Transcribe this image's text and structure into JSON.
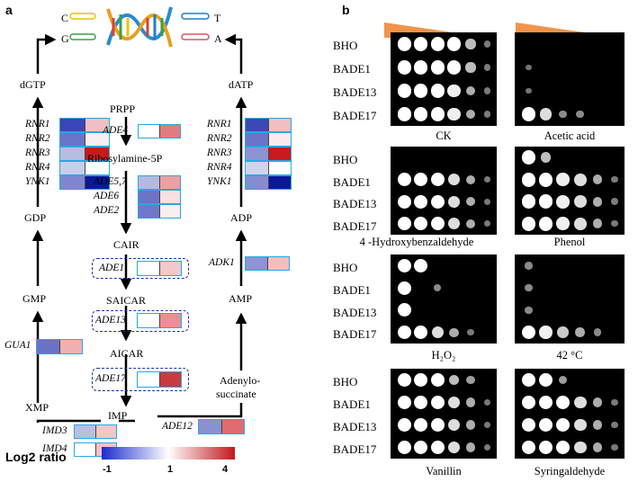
{
  "panel_a": {
    "letter": "a",
    "bases": [
      "C",
      "G",
      "T",
      "A"
    ],
    "metabolites": {
      "prpp": "PRPP",
      "ribosylamine": "Ribosylamine-5P",
      "cair": "CAIR",
      "saicar": "SAICAR",
      "aicar": "AICAR",
      "imp": "IMP",
      "xmp": "XMP",
      "gmp": "GMP",
      "gdp": "GDP",
      "dgtp": "dGTP",
      "datp": "dATP",
      "adp": "ADP",
      "amp": "AMP",
      "adenylosuccinate_line1": "Adenylo-",
      "adenylosuccinate_line2": "succinate"
    },
    "genes": {
      "left_rnr": [
        "RNR1",
        "RNR2",
        "RNR3",
        "RNR4",
        "YNK1"
      ],
      "right_rnr": [
        "RNR1",
        "RNR2",
        "RNR3",
        "RNR4",
        "YNK1"
      ],
      "ade4": "ADE4",
      "ade_group": [
        "ADE5,7",
        "ADE6",
        "ADE2"
      ],
      "ade1": "ADE1",
      "ade13": "ADE13",
      "ade17": "ADE17",
      "gua1": "GUA1",
      "imd3": "IMD3",
      "imd4": "IMD4",
      "ade12": "ADE12",
      "adk1": "ADK1"
    },
    "heatmap_colors": {
      "left_rnr": [
        [
          "#3a46b5",
          "#f0c0c4"
        ],
        [
          "#6a74c8",
          "#fbeef0"
        ],
        [
          "#b6bde3",
          "#c61a1f"
        ],
        [
          "#c9cde9",
          "#ffffff"
        ],
        [
          "#7f87cf",
          "#0a1899"
        ]
      ],
      "right_rnr": [
        [
          "#3c48b5",
          "#f1bfc2"
        ],
        [
          "#6a74c8",
          "#faeaec"
        ],
        [
          "#8c93d2",
          "#c61a1f"
        ],
        [
          "#cfd3ec",
          "#ffffff"
        ],
        [
          "#858cd0",
          "#0a1899"
        ]
      ],
      "ade4": [
        "#ffffff",
        "#e07c80"
      ],
      "ade_group": [
        [
          "#b3b9e1",
          "#ef9ea2"
        ],
        [
          "#6b74c6",
          "#f8dfe1"
        ],
        [
          "#6f78c8",
          "#fbeef0"
        ]
      ],
      "ade1": [
        "#ffffff",
        "#f3c9cc"
      ],
      "ade13": [
        "#ffffff",
        "#e89096"
      ],
      "ade17": [
        "#ffffff",
        "#c93a40"
      ],
      "gua1": [
        "#6a72c7",
        "#f0b1b4"
      ],
      "imd3": [
        "#b9bee2",
        "#f4c5c8"
      ],
      "imd4": [
        "#ffffff",
        "#f4c3c6"
      ],
      "ade12": [
        "#8a91d1",
        "#e06c72"
      ],
      "adk1": [
        "#8d94d2",
        "#f2bdc0"
      ]
    },
    "legend": {
      "title": "Log2 ratio",
      "ticks": [
        "-1",
        "1",
        "4"
      ],
      "colors": [
        "#1a2bd0",
        "#ffffff",
        "#c4161c"
      ]
    }
  },
  "panel_b": {
    "letter": "b",
    "strains": [
      "BHO",
      "BADE1",
      "BADE13",
      "BADE17"
    ],
    "gradient_color": "#f0944a",
    "conditions": [
      "CK",
      "Acetic acid",
      "4 -Hydroxybenzaldehyde",
      "Phenol",
      "H₂O₂",
      "42 °C",
      "Vanillin",
      "Syringaldehyde"
    ],
    "growth": {
      "CK": [
        [
          1,
          1,
          1,
          1,
          0.6,
          0.2
        ],
        [
          1,
          1,
          1,
          1,
          0.6,
          0.2
        ],
        [
          1,
          1,
          1,
          0.9,
          0.5,
          0.2
        ],
        [
          1,
          1,
          1,
          0.9,
          0.5,
          0.2
        ]
      ],
      "Acetic acid": [
        [
          0,
          0,
          0,
          0,
          0,
          0
        ],
        [
          0.15,
          0,
          0,
          0,
          0,
          0
        ],
        [
          0.15,
          0,
          0,
          0,
          0,
          0
        ],
        [
          1,
          0.8,
          0.3,
          0.3,
          0,
          0
        ]
      ],
      "4 -Hydroxybenzaldehyde": [
        [
          0,
          0,
          0,
          0,
          0,
          0
        ],
        [
          1,
          1,
          1,
          0.8,
          0.5,
          0.2
        ],
        [
          1,
          1,
          1,
          0.8,
          0.5,
          0.2
        ],
        [
          1,
          1,
          1,
          0.8,
          0.5,
          0.2
        ]
      ],
      "Phenol": [
        [
          1,
          0.6,
          0,
          0,
          0,
          0
        ],
        [
          1,
          1,
          0.9,
          0.8,
          0.5,
          0.2
        ],
        [
          1,
          1,
          0.9,
          0.8,
          0.5,
          0.2
        ],
        [
          1,
          1,
          0.9,
          0.8,
          0.5,
          0.2
        ]
      ],
      "H₂O₂": [
        [
          1,
          1,
          0,
          0,
          0,
          0
        ],
        [
          1,
          0,
          0.3,
          0,
          0,
          0
        ],
        [
          1,
          0,
          0,
          0,
          0,
          0
        ],
        [
          1,
          1,
          0.8,
          0.5,
          0.2,
          0
        ]
      ],
      "42 °C": [
        [
          0.3,
          0,
          0,
          0,
          0,
          0
        ],
        [
          0.3,
          0,
          0,
          0,
          0,
          0
        ],
        [
          0.3,
          0,
          0,
          0,
          0,
          0
        ],
        [
          1,
          0.9,
          0.7,
          0.5,
          0.3,
          0
        ]
      ],
      "Vanillin": [
        [
          1,
          1,
          1,
          0.6,
          0.4,
          0
        ],
        [
          1,
          1,
          1,
          0.8,
          0.5,
          0.2
        ],
        [
          1,
          1,
          1,
          0.8,
          0.5,
          0.2
        ],
        [
          1,
          1,
          1,
          0.8,
          0.5,
          0.2
        ]
      ],
      "Syringaldehyde": [
        [
          1,
          1,
          0.4,
          0,
          0,
          0
        ],
        [
          1,
          1,
          1,
          0.8,
          0.5,
          0.2
        ],
        [
          1,
          1,
          1,
          0.8,
          0.5,
          0.2
        ],
        [
          1,
          1,
          1,
          0.8,
          0.5,
          0.2
        ]
      ]
    }
  }
}
